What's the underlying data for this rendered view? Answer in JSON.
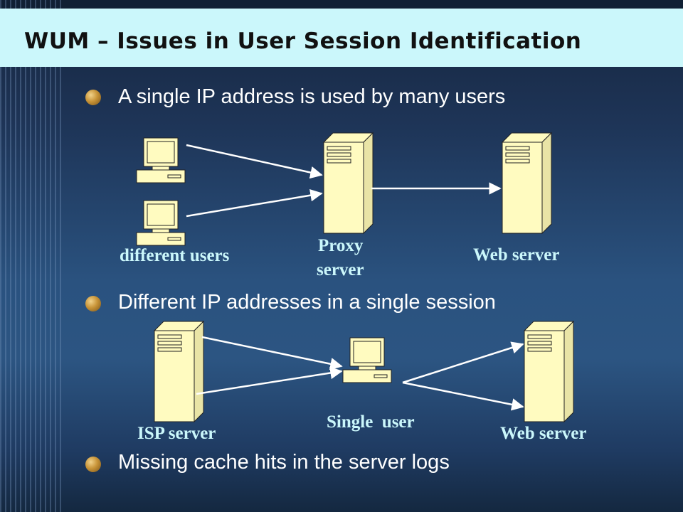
{
  "title": "WUM – Issues in User Session Identification",
  "bullets": [
    "A single IP address is used by many users",
    "Different IP addresses in a single session",
    "Missing cache hits in the server logs"
  ],
  "diagram1": {
    "users_label": "different users",
    "proxy_label_line1": "Proxy",
    "proxy_label_line2": "server",
    "web_label": "Web server"
  },
  "diagram2": {
    "isp_label": "ISP server",
    "user_label": "Single  user",
    "web_label": "Web server"
  },
  "colors": {
    "title_band": "#cbf7fb",
    "device_fill": "#fffbc0",
    "label_text": "#cbf7fb"
  }
}
